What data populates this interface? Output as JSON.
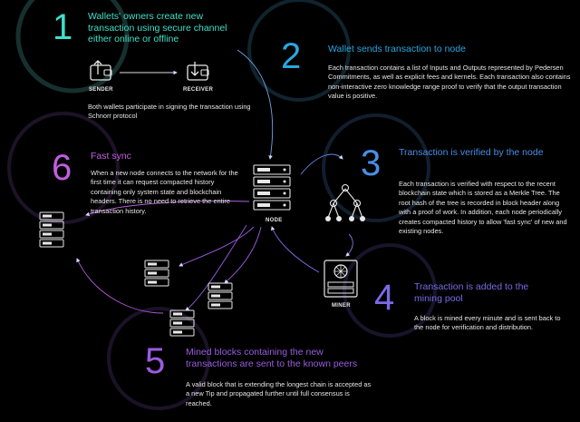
{
  "colors": {
    "step1": "#3ee0c8",
    "step2": "#2aa7e0",
    "step3": "#4a8ee6",
    "step4": "#7a6ae6",
    "step5": "#9a5ce0",
    "step6": "#c05ee0",
    "icon": "#e8e8e8"
  },
  "steps": [
    {
      "number": "1",
      "heading": "Wallets' owners create new transaction using secure channel either online or offline",
      "text": "Both wallets participate in signing the transaction using Schnorr protocol"
    },
    {
      "number": "2",
      "heading": "Wallet sends transaction to node",
      "text": "Each transaction contains a list of Inputs and Outputs represented by Pedersen Commitments, as well as explicit fees and kernels. Each transaction also contains non-interactive zero knowledge range proof to verify that the output transaction value is positive."
    },
    {
      "number": "3",
      "heading": "Transaction is verified by the node",
      "text": "Each transaction is verified with respect to the recent blockchain state which is stored as a Merkle Tree. The root hash of the tree is recorded in block header along with a proof of work. In addition, each node periodically creates compacted history to allow 'fast sync' of new and existing nodes."
    },
    {
      "number": "4",
      "heading": "Transaction is added to the mining pool",
      "text": "A block is mined every minute and is sent back to the node for verification and distribution."
    },
    {
      "number": "5",
      "heading": "Mined blocks containing the new transactions are sent to the known peers",
      "text": "A valid block that is extending the longest chain is accepted as a new Tip and propagated further until full consensus is reached."
    },
    {
      "number": "6",
      "heading": "Fast sync",
      "text": "When a new node connects to the network for the first time it can request compacted history containing only system state and blockchain headers. There is no need to retrieve the entire transaction history."
    }
  ],
  "labels": {
    "sender": "SENDER",
    "receiver": "RECEIVER",
    "node": "NODE",
    "miner": "MINER"
  }
}
